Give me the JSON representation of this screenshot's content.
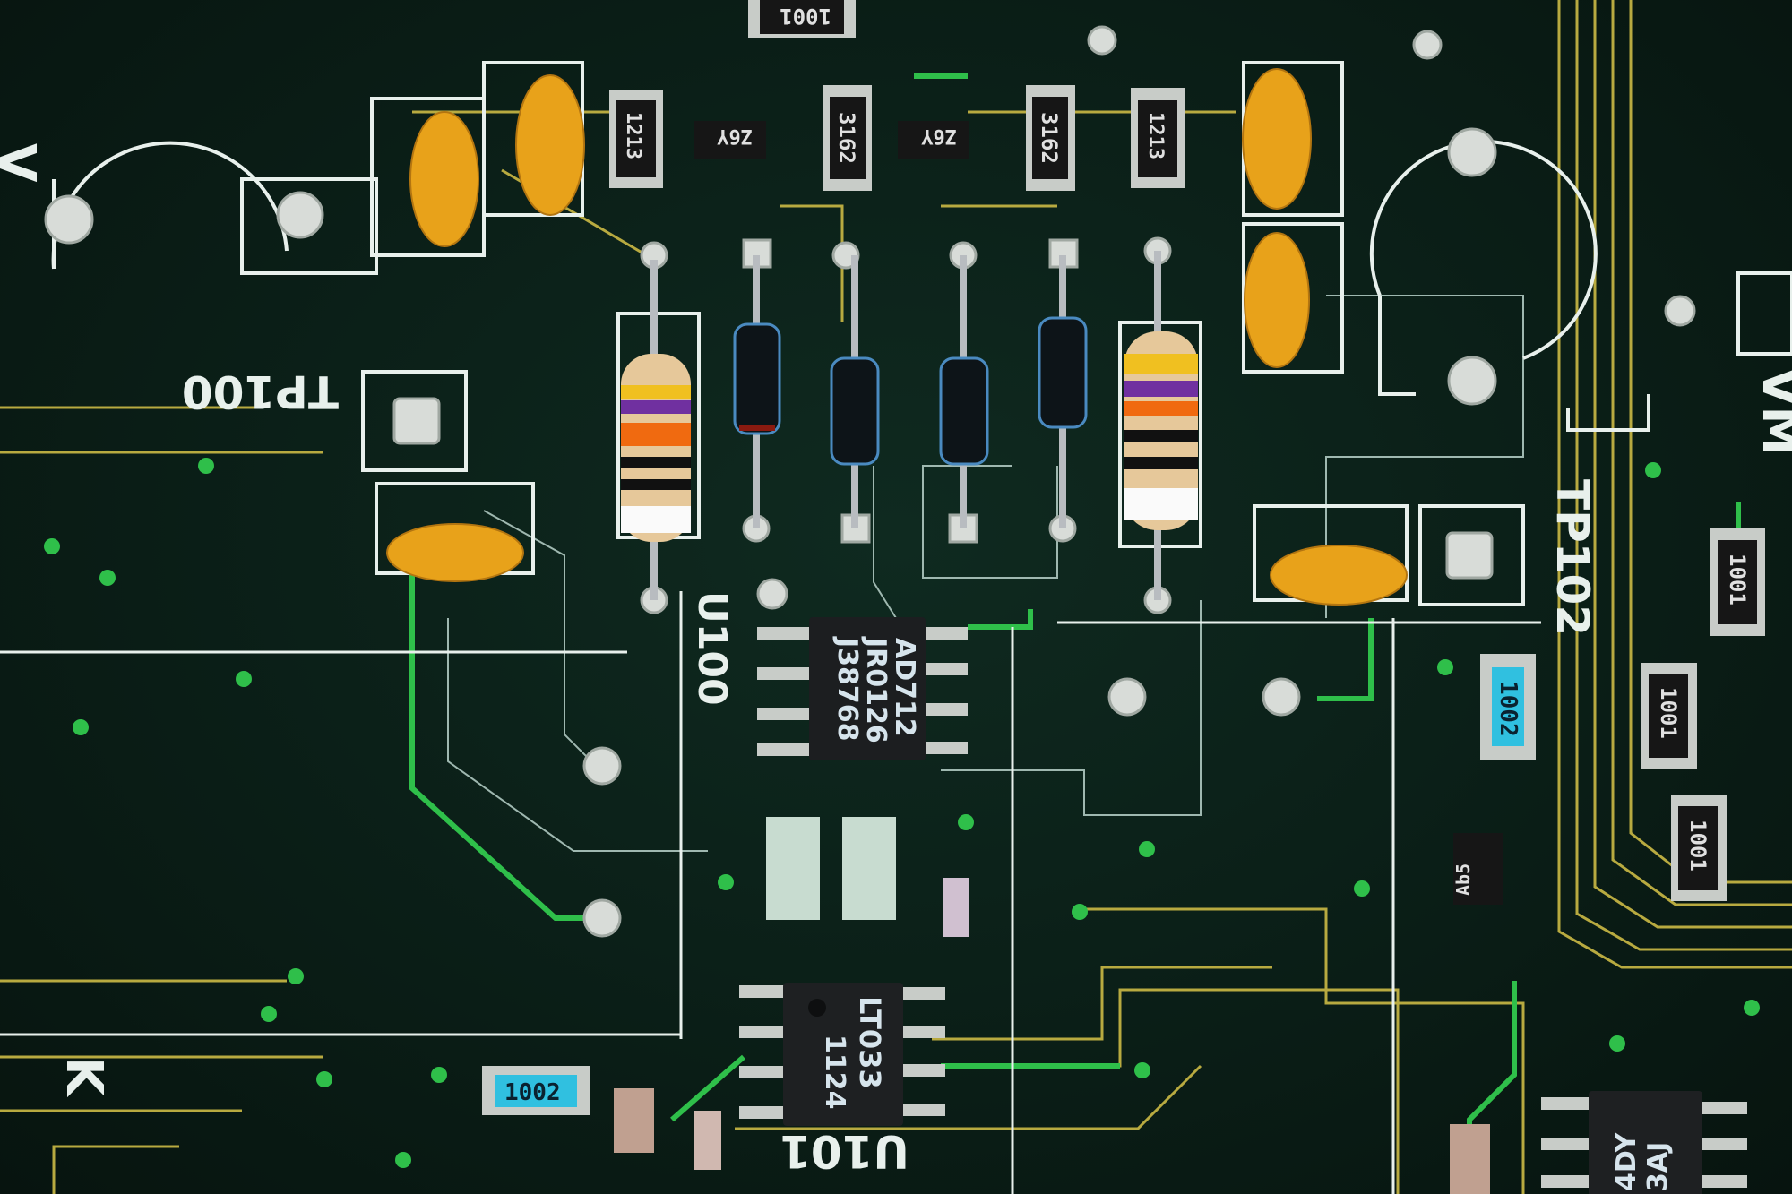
{
  "silkscreen": {
    "tp100": "TP100",
    "tp102": "TP102",
    "u100": "U100",
    "u101": "U101",
    "vm": "VM",
    "k": "K",
    "v": "V"
  },
  "chips": {
    "u100": [
      "AD712",
      "JR0126",
      "J38768"
    ],
    "u101": [
      "LT033",
      "1124"
    ],
    "partial": [
      "4DY",
      "3AJ"
    ]
  },
  "smd_markings": {
    "r_1002_a": "1002",
    "r_1002_b": "1002",
    "r_1001_top": "1001",
    "r_1001_a": "1001",
    "r_1001_b": "1001",
    "r_1001_c": "1001",
    "r_3162_a": "3162",
    "r_3162_b": "3162",
    "r_1213_a": "1213",
    "r_1213_b": "1213",
    "q_z6y_a": "Z6Y",
    "q_z6y_b": "Z6Y",
    "q_ab5": "Ab5"
  },
  "colors": {
    "board": "#0a1d16",
    "trace": "#c8b84a",
    "green_trace": "#2fbf4a",
    "silk": "#e8f0ec",
    "tantalum": "#e8a21a"
  }
}
